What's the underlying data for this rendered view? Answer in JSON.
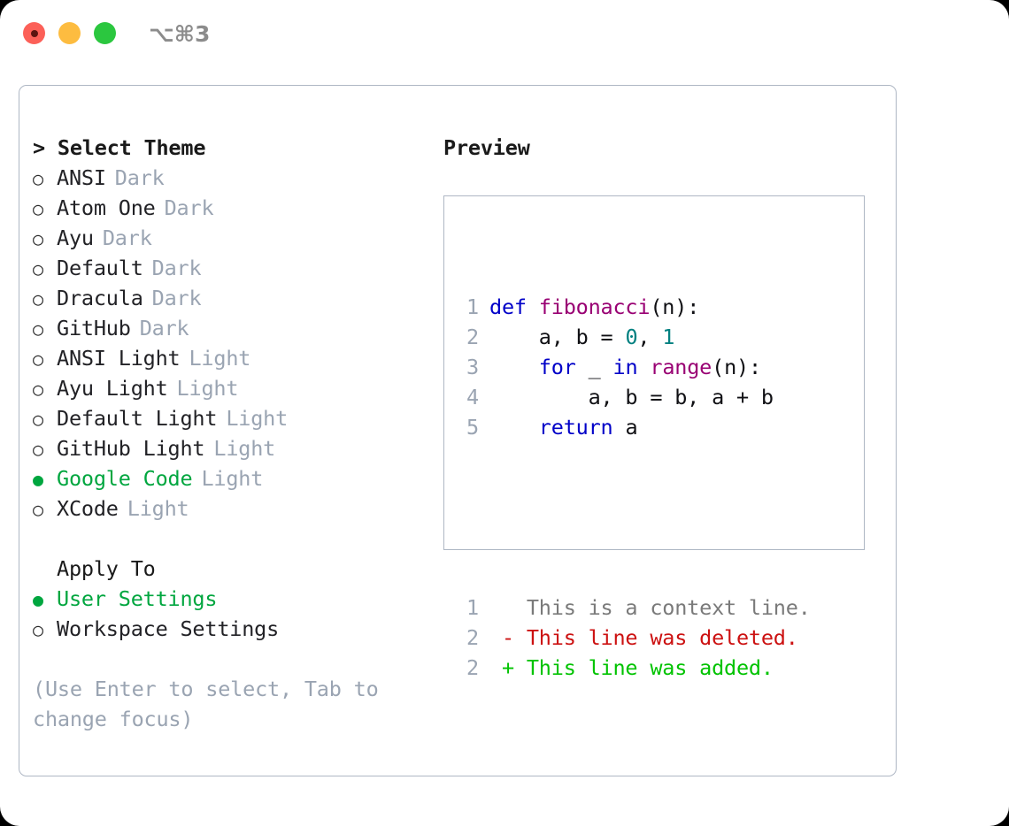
{
  "titlebar": {
    "shortcut": "⌥⌘3",
    "lights": [
      "close-red",
      "minimize-yellow",
      "zoom-green"
    ]
  },
  "theme_list": {
    "header": "> Select Theme",
    "items": [
      {
        "marker": "○",
        "label": "ANSI",
        "tag": "Dark",
        "selected": false
      },
      {
        "marker": "○",
        "label": "Atom One",
        "tag": "Dark",
        "selected": false
      },
      {
        "marker": "○",
        "label": "Ayu",
        "tag": "Dark",
        "selected": false
      },
      {
        "marker": "○",
        "label": "Default",
        "tag": "Dark",
        "selected": false
      },
      {
        "marker": "○",
        "label": "Dracula",
        "tag": "Dark",
        "selected": false
      },
      {
        "marker": "○",
        "label": "GitHub",
        "tag": "Dark",
        "selected": false
      },
      {
        "marker": "○",
        "label": "ANSI Light",
        "tag": "Light",
        "selected": false
      },
      {
        "marker": "○",
        "label": "Ayu Light",
        "tag": "Light",
        "selected": false
      },
      {
        "marker": "○",
        "label": "Default Light",
        "tag": "Light",
        "selected": false
      },
      {
        "marker": "○",
        "label": "GitHub Light",
        "tag": "Light",
        "selected": false
      },
      {
        "marker": "●",
        "label": "Google Code",
        "tag": "Light",
        "selected": true
      },
      {
        "marker": "○",
        "label": "XCode",
        "tag": "Light",
        "selected": false
      }
    ]
  },
  "apply_to": {
    "header": "Apply To",
    "items": [
      {
        "marker": "●",
        "label": "User Settings",
        "selected": true
      },
      {
        "marker": "○",
        "label": "Workspace Settings",
        "selected": false
      }
    ]
  },
  "hint": "(Use Enter to select, Tab to change focus)",
  "preview": {
    "title": "Preview",
    "code_lines": [
      {
        "num": "1",
        "tokens": [
          {
            "t": "def ",
            "c": "kw"
          },
          {
            "t": "fibonacci",
            "c": "fn"
          },
          {
            "t": "(n):",
            "c": "txt"
          }
        ]
      },
      {
        "num": "2",
        "tokens": [
          {
            "t": "    a, b = ",
            "c": "txt"
          },
          {
            "t": "0",
            "c": "num"
          },
          {
            "t": ", ",
            "c": "txt"
          },
          {
            "t": "1",
            "c": "num"
          }
        ]
      },
      {
        "num": "3",
        "tokens": [
          {
            "t": "    ",
            "c": "txt"
          },
          {
            "t": "for",
            "c": "kw"
          },
          {
            "t": " _ ",
            "c": "txt"
          },
          {
            "t": "in",
            "c": "kw"
          },
          {
            "t": " ",
            "c": "txt"
          },
          {
            "t": "range",
            "c": "fn"
          },
          {
            "t": "(n):",
            "c": "txt"
          }
        ]
      },
      {
        "num": "4",
        "tokens": [
          {
            "t": "        a, b = b, a + b",
            "c": "txt"
          }
        ]
      },
      {
        "num": "5",
        "tokens": [
          {
            "t": "    ",
            "c": "txt"
          },
          {
            "t": "return",
            "c": "kw"
          },
          {
            "t": " a",
            "c": "txt"
          }
        ]
      }
    ],
    "diff_lines": [
      {
        "num": "1",
        "sign": " ",
        "text": "This is a context line.",
        "kind": "ctx"
      },
      {
        "num": "2",
        "sign": "-",
        "text": "This line was deleted.",
        "kind": "del"
      },
      {
        "num": "2",
        "sign": "+",
        "text": "This line was added.",
        "kind": "add"
      }
    ]
  },
  "colors": {
    "accent_green": "#00a63f",
    "muted_grey": "#9aa4b2",
    "border": "#aeb7c4",
    "keyword_blue": "#0000c8",
    "function_purple": "#990073",
    "number_teal": "#008080",
    "diff_deleted_red": "#cc1111",
    "diff_added_green": "#00c300"
  }
}
